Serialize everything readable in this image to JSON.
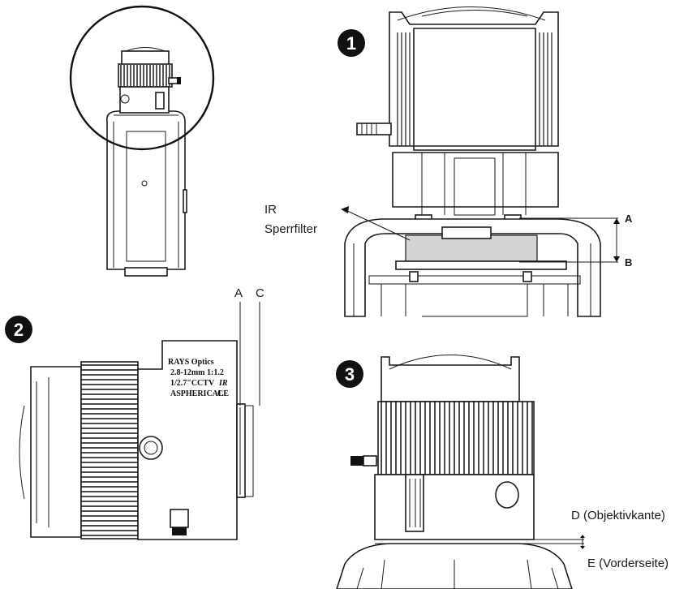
{
  "labels": {
    "ir_filter_line1": "IR",
    "ir_filter_line2": "Sperrfilter",
    "a_right": "A",
    "b_right": "B",
    "a_top": "A",
    "c_top": "C",
    "d_label": "D (Objektivkante)",
    "e_label": "E (Vorderseite)"
  },
  "steps": [
    "1",
    "2",
    "3"
  ],
  "lens_plate": {
    "line1": "RAYS Optics",
    "line2": "2.8-12mm  1:1.2",
    "line3": "1/2.7\"CCTV",
    "line3b": "IR",
    "line4": "ASPHERICAL",
    "line4b": "CE"
  },
  "colors": {
    "line": "#1a1a1a",
    "filter": "#d4d4d4",
    "badge": "#111111"
  }
}
